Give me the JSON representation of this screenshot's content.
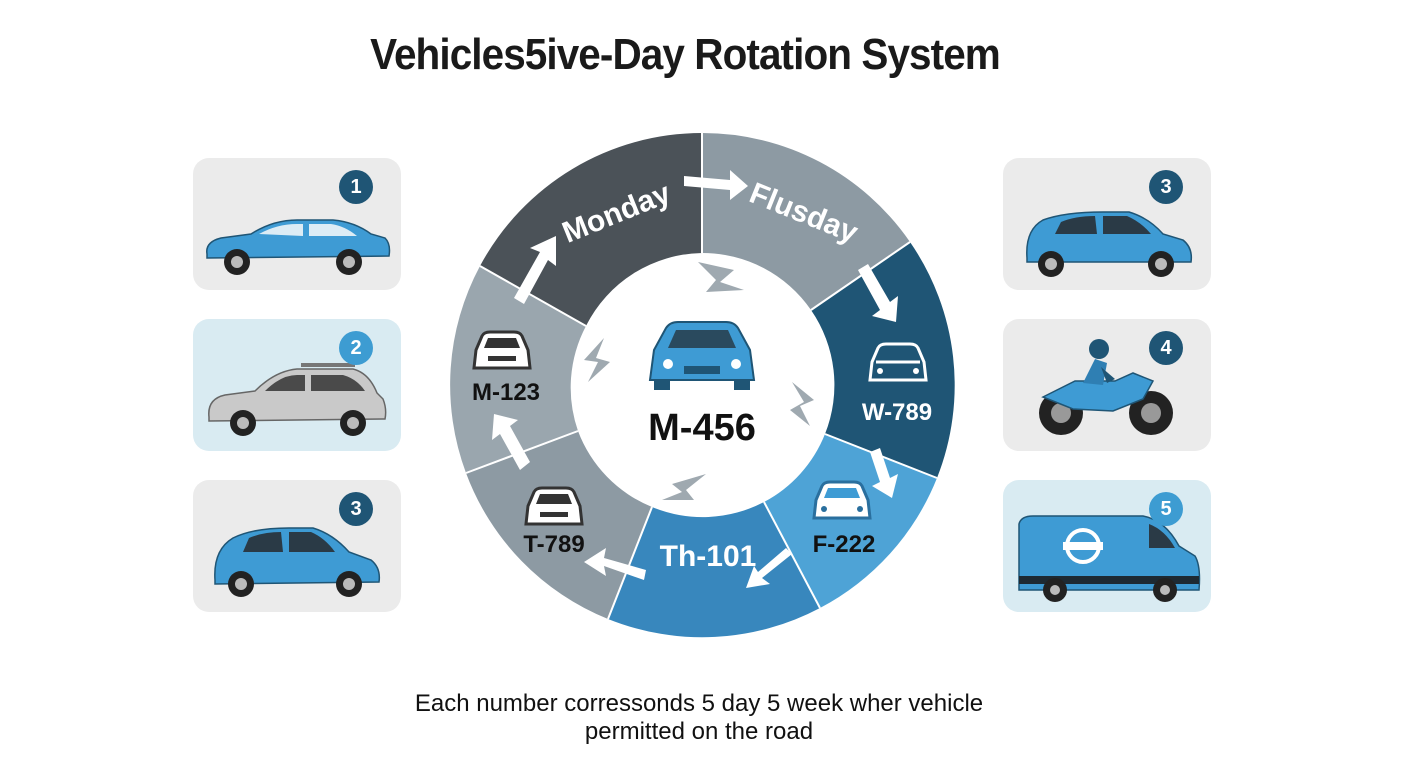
{
  "title": "Vehicles5ive-Day Rotation System",
  "wheel": {
    "center_plate": "M-456",
    "segments": [
      {
        "day": "Monday",
        "color": "#4b5258"
      },
      {
        "day": "Flusday",
        "color": "#8d9aa3"
      },
      {
        "plate": "W-789",
        "color": "#1f5575"
      },
      {
        "plate": "F-222",
        "color": "#4ea3d6"
      },
      {
        "plate": "Th-101",
        "color": "#3887bd"
      },
      {
        "plate": "T-789",
        "color": "#8d9aa3"
      },
      {
        "plate": "M-123",
        "color": "#9aa6ae"
      }
    ]
  },
  "left_cards": [
    {
      "number": "1",
      "vehicle": "sedan-icon"
    },
    {
      "number": "2",
      "vehicle": "suv-icon"
    },
    {
      "number": "3",
      "vehicle": "hatchback-icon"
    }
  ],
  "right_cards": [
    {
      "number": "3",
      "vehicle": "hatchback-icon"
    },
    {
      "number": "4",
      "vehicle": "motorcycle-icon"
    },
    {
      "number": "5",
      "vehicle": "van-icon"
    }
  ],
  "caption": {
    "line1": "Each number corressonds 5 day 5 week wher vehicle",
    "line2": "permitted on the road"
  },
  "colors": {
    "accent_blue": "#3d9cd2",
    "dark_navy": "#1f5575",
    "car_blue": "#3e9bd4"
  }
}
